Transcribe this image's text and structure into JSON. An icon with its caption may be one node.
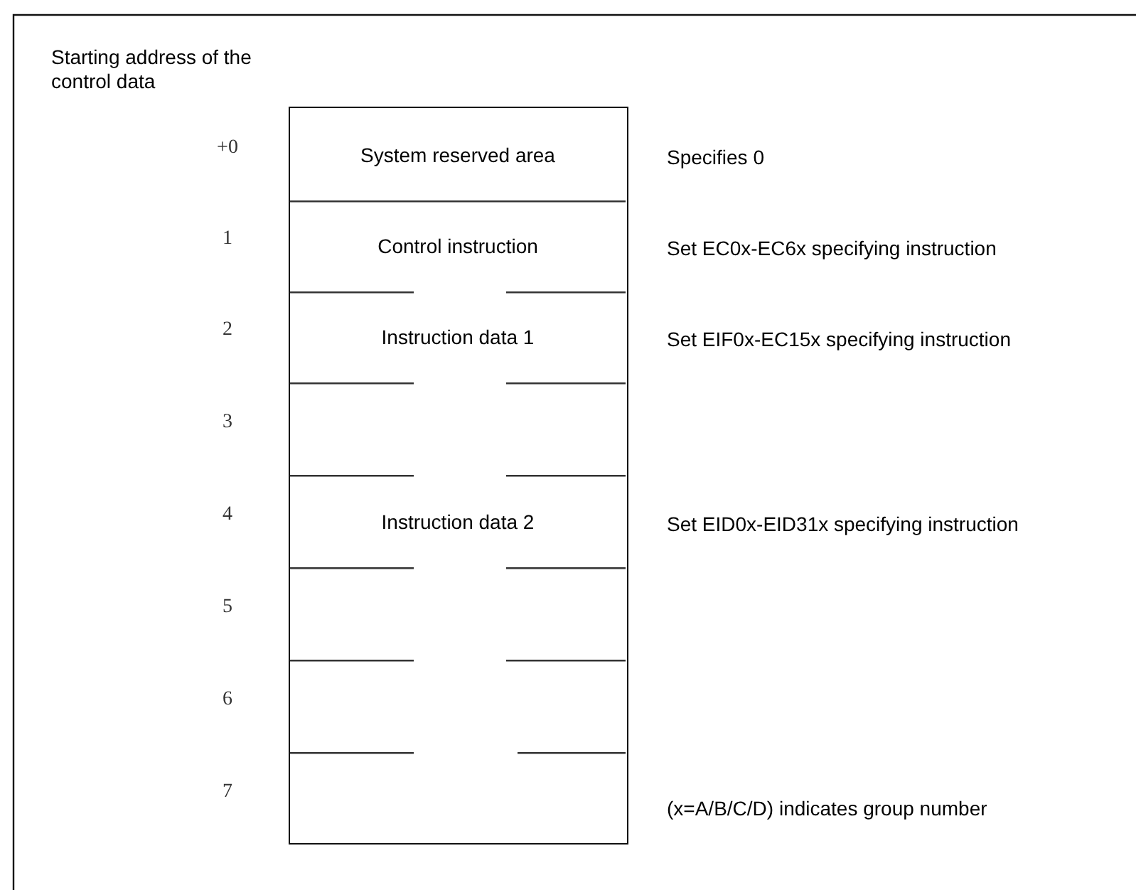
{
  "diagram": {
    "nodes": [
      {
        "text": [],
        "shape": "box"
      },
      {
        "text": [
          "System reserved area"
        ],
        "in": 0
      },
      {
        "text": [
          "Control instruction"
        ],
        "in": 0
      },
      {
        "text": [
          "Instruction data 1"
        ],
        "in": 0
      },
      {
        "text": [],
        "shape": "box",
        "in": 0
      },
      {
        "text": [
          "Instruction data 2"
        ],
        "in": 0
      },
      {
        "text": [],
        "shape": "box",
        "in": 0
      },
      {
        "text": [],
        "shape": "box",
        "in": 0
      },
      {
        "text": [],
        "shape": "box",
        "in": 0
      }
    ],
    "labels": [
      "Starting address of the control data",
      "+0",
      "Specifies 0",
      "1",
      "Set EC0x-EC6x specifying instruction",
      "2",
      "Set EIF0x-EC15x specifying instruction",
      "3",
      "4",
      "Set EID0x-EID31x specifying instruction",
      "5",
      "6",
      "7",
      "(x=A/B/C/D) indicates group number"
    ]
  }
}
